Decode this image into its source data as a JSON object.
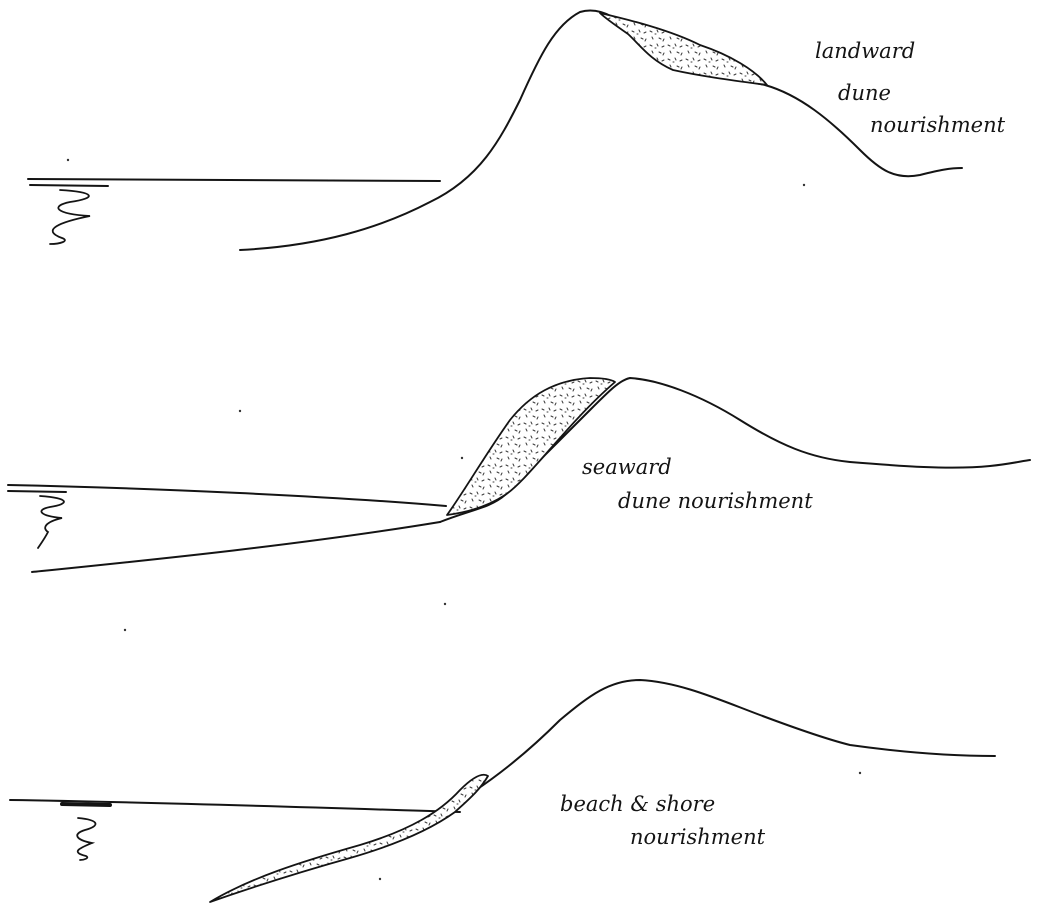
{
  "panels": [
    {
      "id": "landward",
      "label_lines": [
        "landward",
        "dune",
        "nourishment"
      ]
    },
    {
      "id": "seaward",
      "label_lines": [
        "seaward",
        "dune nourishment"
      ]
    },
    {
      "id": "beach-shore",
      "label_lines": [
        "beach & shore",
        "nourishment"
      ]
    }
  ],
  "colors": {
    "ink": "#141414",
    "paper": "#ffffff"
  }
}
